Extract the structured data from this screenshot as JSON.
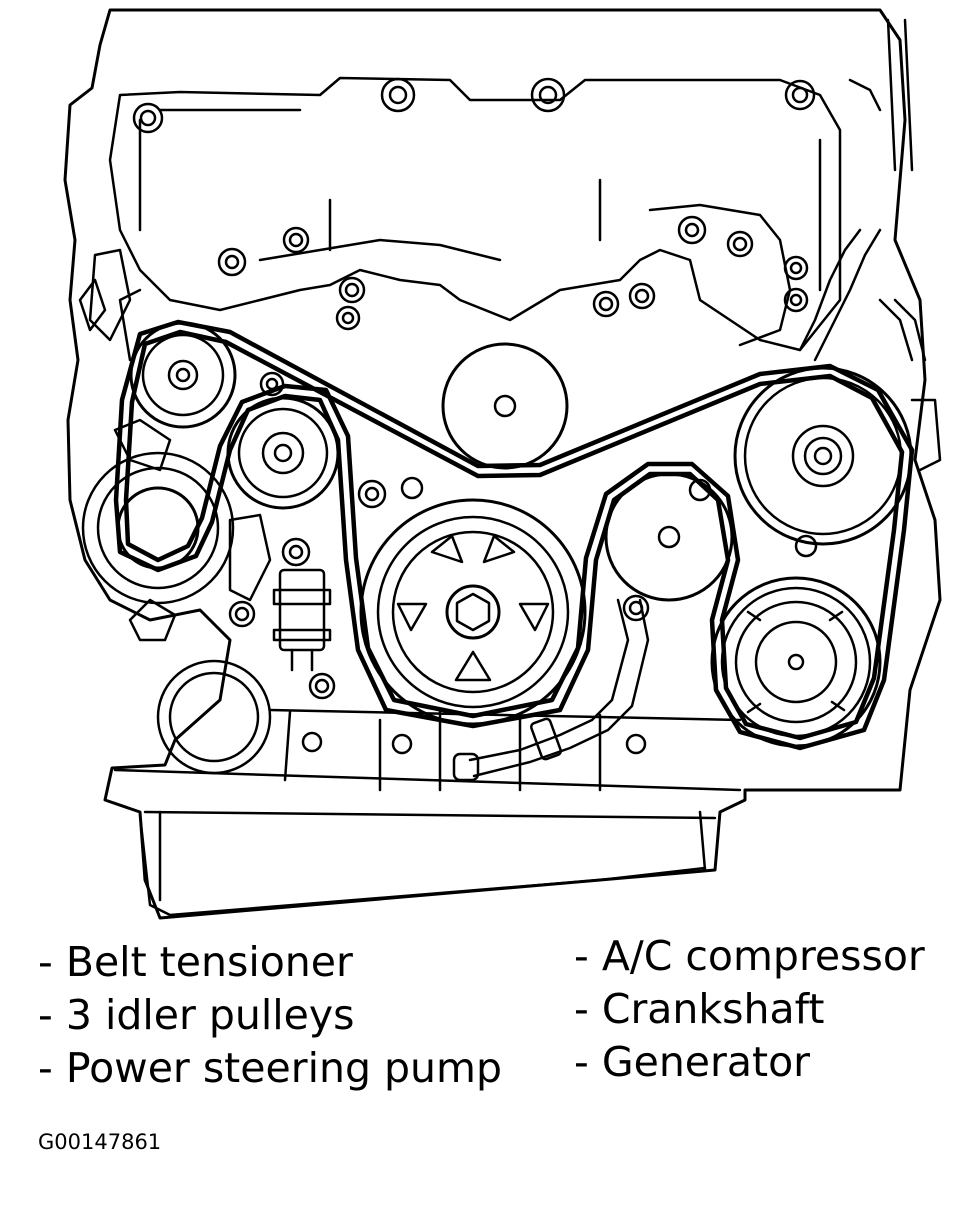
{
  "legend": {
    "left": [
      {
        "label": "- Belt tensioner"
      },
      {
        "label": "- 3 idler pulleys"
      },
      {
        "label": "- Power steering pump"
      }
    ],
    "right": [
      {
        "label": "- A/C compressor"
      },
      {
        "label": "- Crankshaft"
      },
      {
        "label": "- Generator"
      }
    ]
  },
  "figure_id": "G00147861",
  "colors": {
    "line": "#000000",
    "background": "#ffffff"
  }
}
